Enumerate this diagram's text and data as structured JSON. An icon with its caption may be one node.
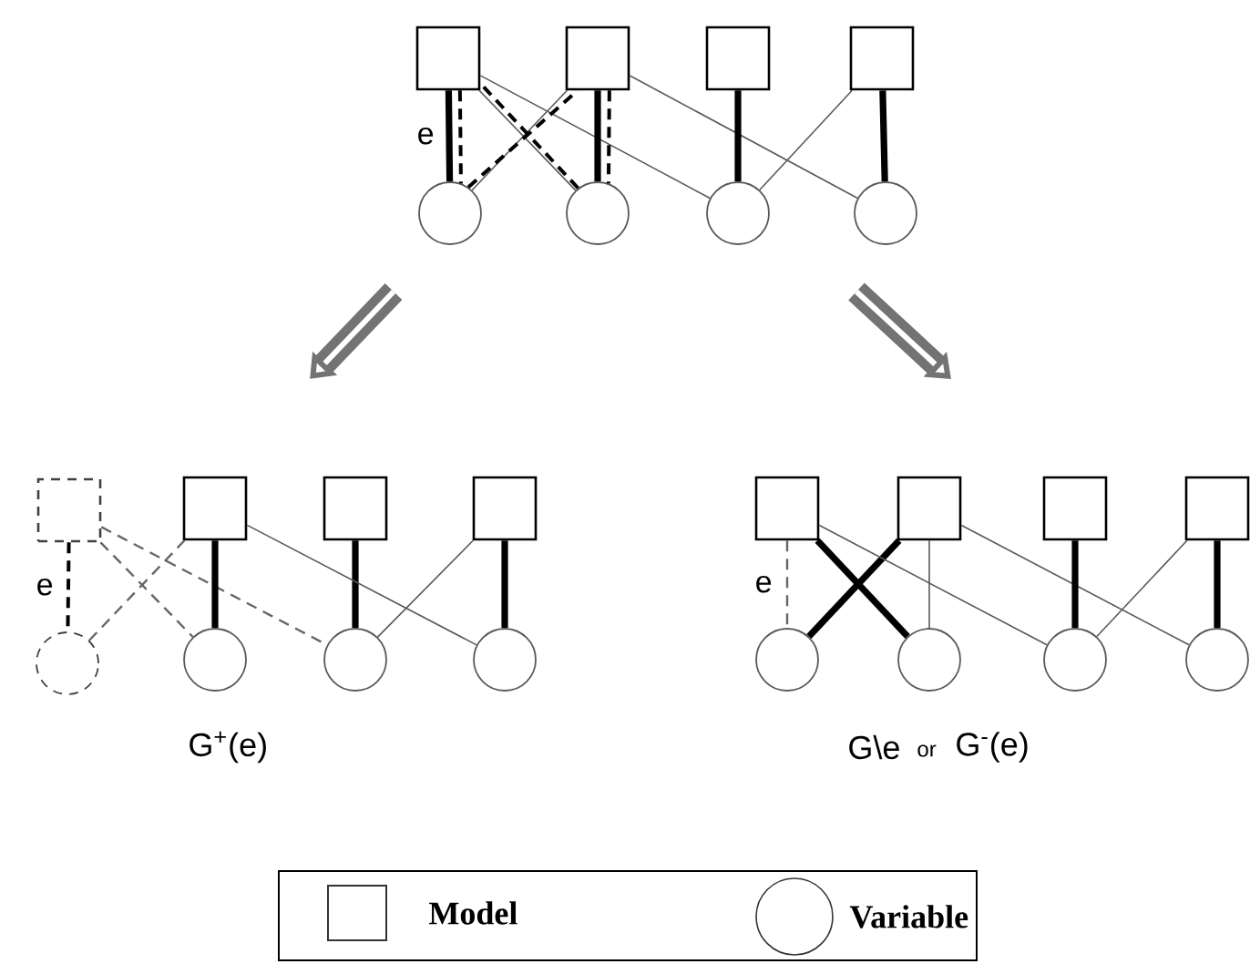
{
  "diagram": {
    "nodes": [
      {
        "text": [],
        "shape": "box"
      },
      {
        "text": [],
        "shape": "box"
      },
      {
        "text": [],
        "shape": "box"
      },
      {
        "text": [],
        "shape": "box"
      },
      {
        "text": [],
        "shape": "circle"
      },
      {
        "text": [],
        "shape": "circle"
      },
      {
        "text": [],
        "shape": "circle"
      },
      {
        "text": [],
        "shape": "circle"
      },
      {
        "text": [],
        "shape": "box"
      },
      {
        "text": [],
        "shape": "box"
      },
      {
        "text": [],
        "shape": "box"
      },
      {
        "text": [],
        "shape": "box"
      },
      {
        "text": [],
        "shape": "box"
      },
      {
        "text": [],
        "shape": "box"
      },
      {
        "text": [],
        "shape": "box"
      },
      {
        "text": [],
        "shape": "box"
      },
      {
        "text": [],
        "shape": "circle"
      },
      {
        "text": [],
        "shape": "circle"
      },
      {
        "text": [],
        "shape": "circle"
      },
      {
        "text": [],
        "shape": "circle"
      },
      {
        "text": [],
        "shape": "circle"
      },
      {
        "text": [],
        "shape": "circle"
      },
      {
        "text": [],
        "shape": "circle"
      },
      {
        "text": [],
        "shape": "circle"
      }
    ],
    "edges": [
      {
        "from": 0,
        "to": 4,
        "arrow": "none",
        "style": "thick",
        "label": "e"
      },
      {
        "from": 0,
        "to": 5,
        "arrow": "none"
      },
      {
        "from": 0,
        "to": 6,
        "arrow": "none"
      },
      {
        "from": 1,
        "to": 4,
        "arrow": "none"
      },
      {
        "from": 1,
        "to": 5,
        "arrow": "none",
        "style": "thick"
      },
      {
        "from": 1,
        "to": 7,
        "arrow": "none"
      },
      {
        "from": 2,
        "to": 6,
        "arrow": "none",
        "style": "thick"
      },
      {
        "from": 3,
        "to": 6,
        "arrow": "none"
      },
      {
        "from": 3,
        "to": 7,
        "arrow": "none",
        "style": "thick"
      },
      {
        "from": 0,
        "to": 4,
        "arrow": "none",
        "style": "dashed",
        "color": "#000000"
      },
      {
        "from": 4,
        "to": 1,
        "arrow": "none",
        "style": "dashed",
        "color": "#000000"
      },
      {
        "from": 1,
        "to": 5,
        "arrow": "none",
        "style": "dashed",
        "color": "#000000"
      },
      {
        "from": 5,
        "to": 0,
        "arrow": "none",
        "style": "dashed",
        "color": "#000000"
      },
      {
        "from": 8,
        "to": 16,
        "arrow": "none",
        "style": "dashed",
        "color": "#000000",
        "label": "e"
      },
      {
        "from": 8,
        "to": 17,
        "arrow": "none",
        "style": "dashed",
        "color": "#666666"
      },
      {
        "from": 8,
        "to": 18,
        "arrow": "none",
        "style": "dashed",
        "color": "#666666"
      },
      {
        "from": 16,
        "to": 9,
        "arrow": "none",
        "style": "dashed",
        "color": "#666666"
      },
      {
        "from": 9,
        "to": 17,
        "arrow": "none",
        "style": "thick"
      },
      {
        "from": 10,
        "to": 18,
        "arrow": "none",
        "style": "thick"
      },
      {
        "from": 11,
        "to": 19,
        "arrow": "none",
        "style": "thick"
      },
      {
        "from": 9,
        "to": 19,
        "arrow": "none"
      },
      {
        "from": 11,
        "to": 18,
        "arrow": "none"
      },
      {
        "from": 12,
        "to": 20,
        "arrow": "none",
        "style": "dashed",
        "color": "#666666",
        "label": "e"
      },
      {
        "from": 12,
        "to": 21,
        "arrow": "none",
        "style": "thick"
      },
      {
        "from": 13,
        "to": 20,
        "arrow": "none",
        "style": "thick"
      },
      {
        "from": 13,
        "to": 21,
        "arrow": "none"
      },
      {
        "from": 12,
        "to": 22,
        "arrow": "none"
      },
      {
        "from": 13,
        "to": 23,
        "arrow": "none"
      },
      {
        "from": 14,
        "to": 22,
        "arrow": "none",
        "style": "thick"
      },
      {
        "from": 15,
        "to": 22,
        "arrow": "none"
      },
      {
        "from": 15,
        "to": 23,
        "arrow": "none",
        "style": "thick"
      }
    ],
    "labels": [
      "G$^{+}$(e)",
      "G\\e",
      "or",
      "G$^{-}$(e)"
    ],
    "legend": [
      {
        "text": "Model"
      },
      {
        "text": "Variable"
      }
    ]
  }
}
